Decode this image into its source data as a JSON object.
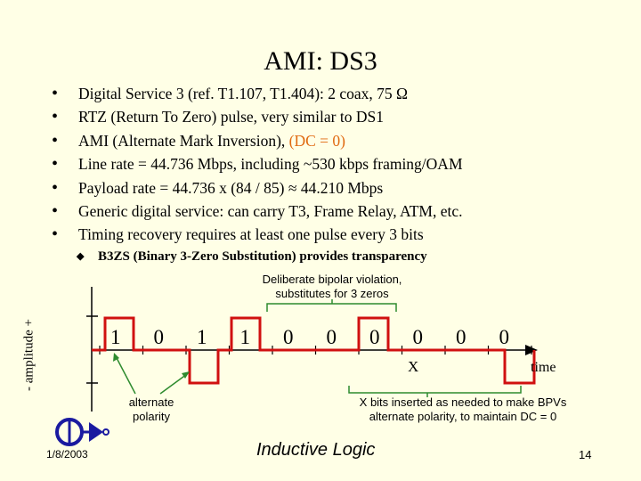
{
  "title": "AMI: DS3",
  "bullets": [
    {
      "text": "Digital Service 3  (ref. T1.107, T1.404): 2 coax, 75 Ω",
      "highlight": ""
    },
    {
      "text": "RTZ (Return To Zero) pulse, very similar to DS1",
      "highlight": ""
    },
    {
      "text": "AMI (Alternate Mark Inversion), ",
      "highlight": "(DC = 0)"
    },
    {
      "text": "Line rate = 44.736 Mbps, including ~530 kbps framing/OAM",
      "highlight": ""
    },
    {
      "text": "Payload rate = 44.736 x (84 / 85) ≈ 44.210 Mbps",
      "highlight": ""
    },
    {
      "text": "Generic digital service: can carry T3, Frame Relay, ATM, etc.",
      "highlight": ""
    },
    {
      "text": "Timing recovery requires at least one pulse every 3 bits",
      "highlight": ""
    }
  ],
  "sub_bullet": "B3ZS (Binary 3-Zero Substitution) provides transparency",
  "diagram": {
    "y_axis_label": "-  amplitude  +",
    "bits": [
      "1",
      "0",
      "1",
      "1",
      "0",
      "0",
      "0",
      "0",
      "0",
      "0"
    ],
    "x_marker": "X",
    "time_label": "time",
    "note_violation": "Deliberate bipolar violation,\nsubstitutes for 3 zeros",
    "note_polarity": "alternate\npolarity",
    "note_xbits": "X bits inserted as needed to make BPVs\nalternate polarity, to maintain DC = 0",
    "colors": {
      "pulse": "#d01010",
      "axis": "#000000",
      "annotation": "#2e8b2e",
      "logo": "#1a1aa0"
    }
  },
  "footer": {
    "date": "1/8/2003",
    "brand": "Inductive Logic",
    "page": "14"
  }
}
